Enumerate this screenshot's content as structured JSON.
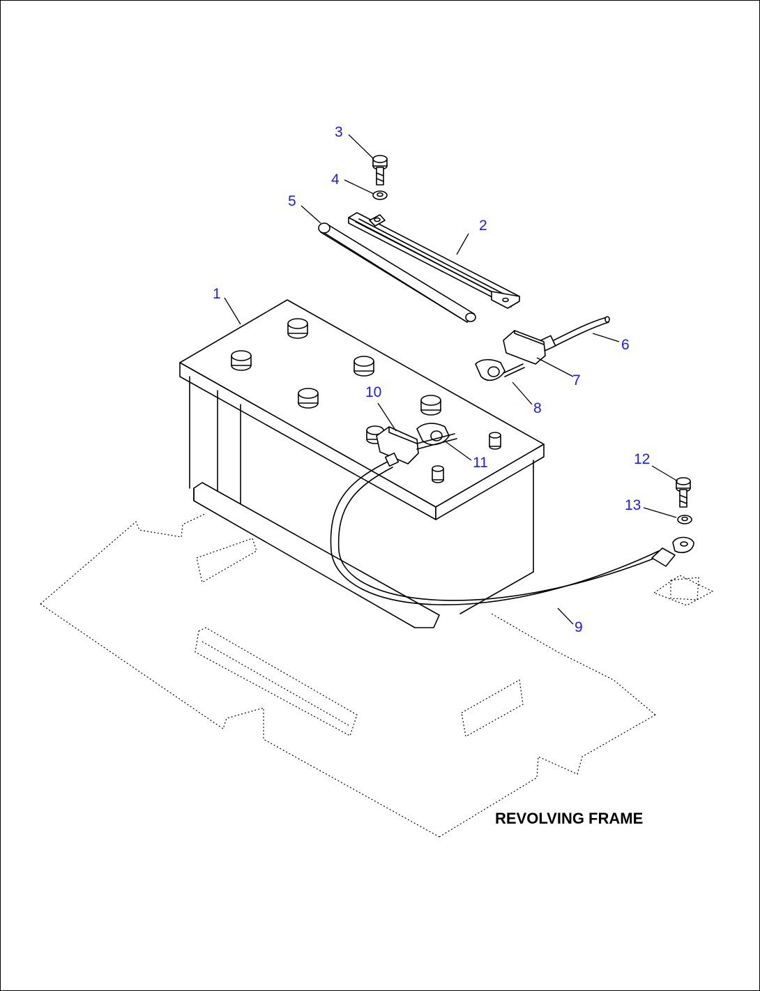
{
  "callouts": [
    {
      "id": "1",
      "text": "1"
    },
    {
      "id": "2",
      "text": "2"
    },
    {
      "id": "3",
      "text": "3"
    },
    {
      "id": "4",
      "text": "4"
    },
    {
      "id": "5",
      "text": "5"
    },
    {
      "id": "6",
      "text": "6"
    },
    {
      "id": "7",
      "text": "7"
    },
    {
      "id": "8",
      "text": "8"
    },
    {
      "id": "9",
      "text": "9"
    },
    {
      "id": "10",
      "text": "10"
    },
    {
      "id": "11",
      "text": "11"
    },
    {
      "id": "12",
      "text": "12"
    },
    {
      "id": "13",
      "text": "13"
    }
  ],
  "caption": "REVOLVING FRAME",
  "colors": {
    "callout": "#1a1aff",
    "line": "#000000",
    "background": "#ffffff"
  }
}
